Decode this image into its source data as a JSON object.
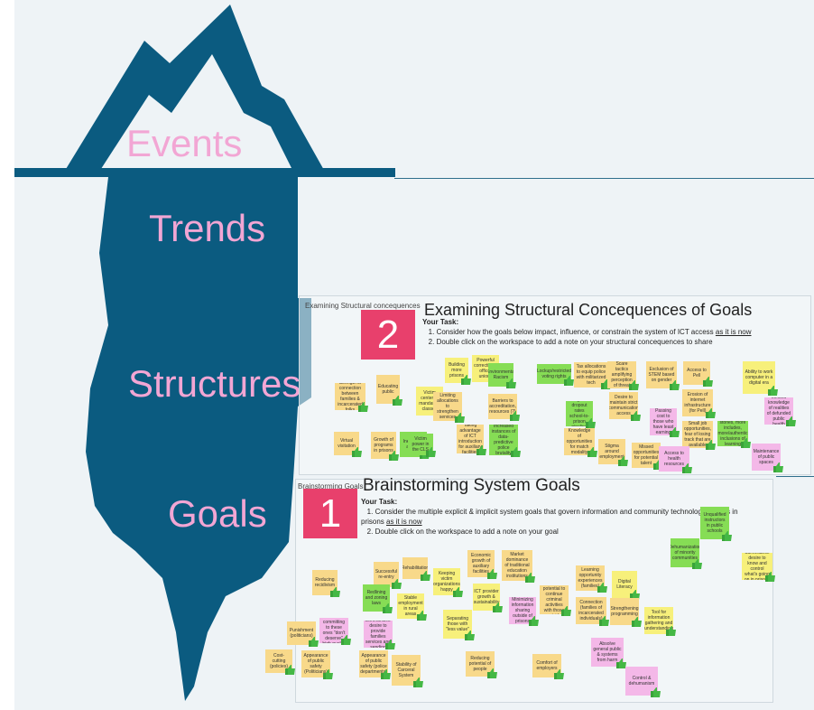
{
  "iceberg": {
    "events_label": "Events",
    "trends_label": "Trends",
    "structures_label": "Structures",
    "goals_label": "Goals",
    "colors": {
      "berg": "#0b5b80",
      "label": "#f2a6d4",
      "background": "#eef3f6"
    }
  },
  "frame2": {
    "tab": "Examining Structural concequences",
    "number": "2",
    "title": "Examining Structural Concequences of Goals",
    "task_heading": "Your Task:",
    "task_1_a": "1. Consider how the goals below impact, influence, or constrain the system of ICT access",
    "task_1_link": "as it is now",
    "task_2": "2. Double click on the workspace to add a note on your structural concequences to share",
    "notes": [
      "Strength of connection between families & incarcerated folks",
      "Educating public",
      "Victim centered mandatory classes",
      "Building more prisons",
      "Powerful correctional officer unions",
      "Limiting allocations to strengthen services",
      "Environmental Racism",
      "Lockup/restricted voting rights",
      "Barriers to accreditation, resources (?)",
      "Tax allocations to equip police with militarized tech",
      "Higher dropout rates school-to-prison pipeline",
      "Scare tactics amplifying perception of threat",
      "Desire to maintain strict communication access",
      "Exclusion of STEM based on gender",
      "Access to Pell",
      "Erosion of internet infrastructure (for Pell)",
      "Ability to work computer in a digital era",
      "Virtual visitation",
      "Growth of programs in prisons",
      "Inequity in access",
      "Victim power in the CLS",
      "Taking advantage of ICT introduction for auxiliary facilities",
      "Increased instances of data-predictive police brutality",
      "Knowledge of opportunities for match modality",
      "Stigma around employment",
      "Missed opportunities for potential talent",
      "Passing cost to those who have least earning",
      "Small job opportunities, fear of losing track that are available",
      "Voices / stories, more includes, more/authentic inclusions of learning accessibility",
      "Limited knowledge of realities of defunded public health",
      "Access to health resources",
      "Maintenance of public spaces"
    ]
  },
  "frame1": {
    "tab": "Brainstorming Goals",
    "number": "1",
    "title": "Brainstorming System Goals",
    "task_heading": "Your Task:",
    "task_1_a": "1. Consider the multiple explicit & implicit system goals that govern information and community technology access in prisons",
    "task_1_link": "as it is now",
    "task_2": "2. Double click on the workspace to add a note on your goal",
    "notes": [
      "Reducing recidivism",
      "Successful re-entry",
      "Rehabilitation",
      "Keeping victim organizations happy",
      "Economic growth of auxiliary facilities",
      "Market dominance of traditional education institutions",
      "ICT provider growth & sustainability",
      "Restrict potential to continue criminal activities with those outside",
      "Learning opportunity experiences (families)",
      "Digital Literacy",
      "Unqualified instructors in public schools",
      "Dehumanization of minority communities",
      "Surveillance desire to know and control what's going on in prisons",
      "Redlining and zoning laws",
      "Stable employment in rural areas",
      "Separating those with \"less value\"",
      "Minimizing information sharing outside of prisons",
      "Connection (families of incarcerated individuals)",
      "Strengthening programming",
      "Tool for information gathering and understanding",
      "Punishment (politicians)",
      "Not committing to these ones \"don't deserve\" high quality",
      "Opportunities communities' desire to provide families services and sending connections",
      "Cost-cutting (policies)",
      "Appearance of public safety (Politicians)",
      "Appearance of public safety (police departments)",
      "Stability of Carceral System",
      "Reducing potential of people",
      "Comfort of employers",
      "Absolve general public & systems from harm",
      "Control & dehumanism"
    ]
  }
}
